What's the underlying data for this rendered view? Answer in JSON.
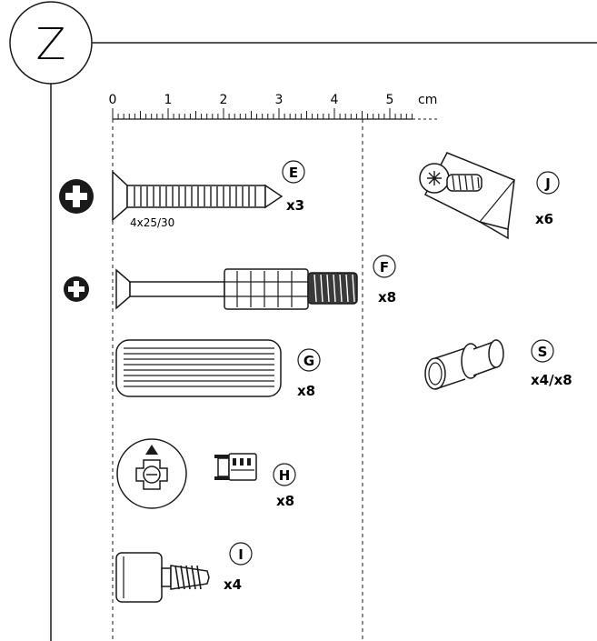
{
  "step": {
    "label": "Z"
  },
  "ruler": {
    "ticks": [
      "0",
      "1",
      "2",
      "3",
      "4",
      "5"
    ],
    "unit": "cm"
  },
  "parts": {
    "E": {
      "letter": "E",
      "qty": "x3",
      "spec": "4x25/30"
    },
    "F": {
      "letter": "F",
      "qty": "x8"
    },
    "G": {
      "letter": "G",
      "qty": "x8"
    },
    "H": {
      "letter": "H",
      "qty": "x8"
    },
    "I": {
      "letter": "I",
      "qty": "x4"
    },
    "J": {
      "letter": "J",
      "qty": "x6"
    },
    "S": {
      "letter": "S",
      "qty": "x4/x8"
    }
  },
  "icons": [
    "phillips-screwdriver-icon",
    "phillips-screwdriver-icon"
  ]
}
